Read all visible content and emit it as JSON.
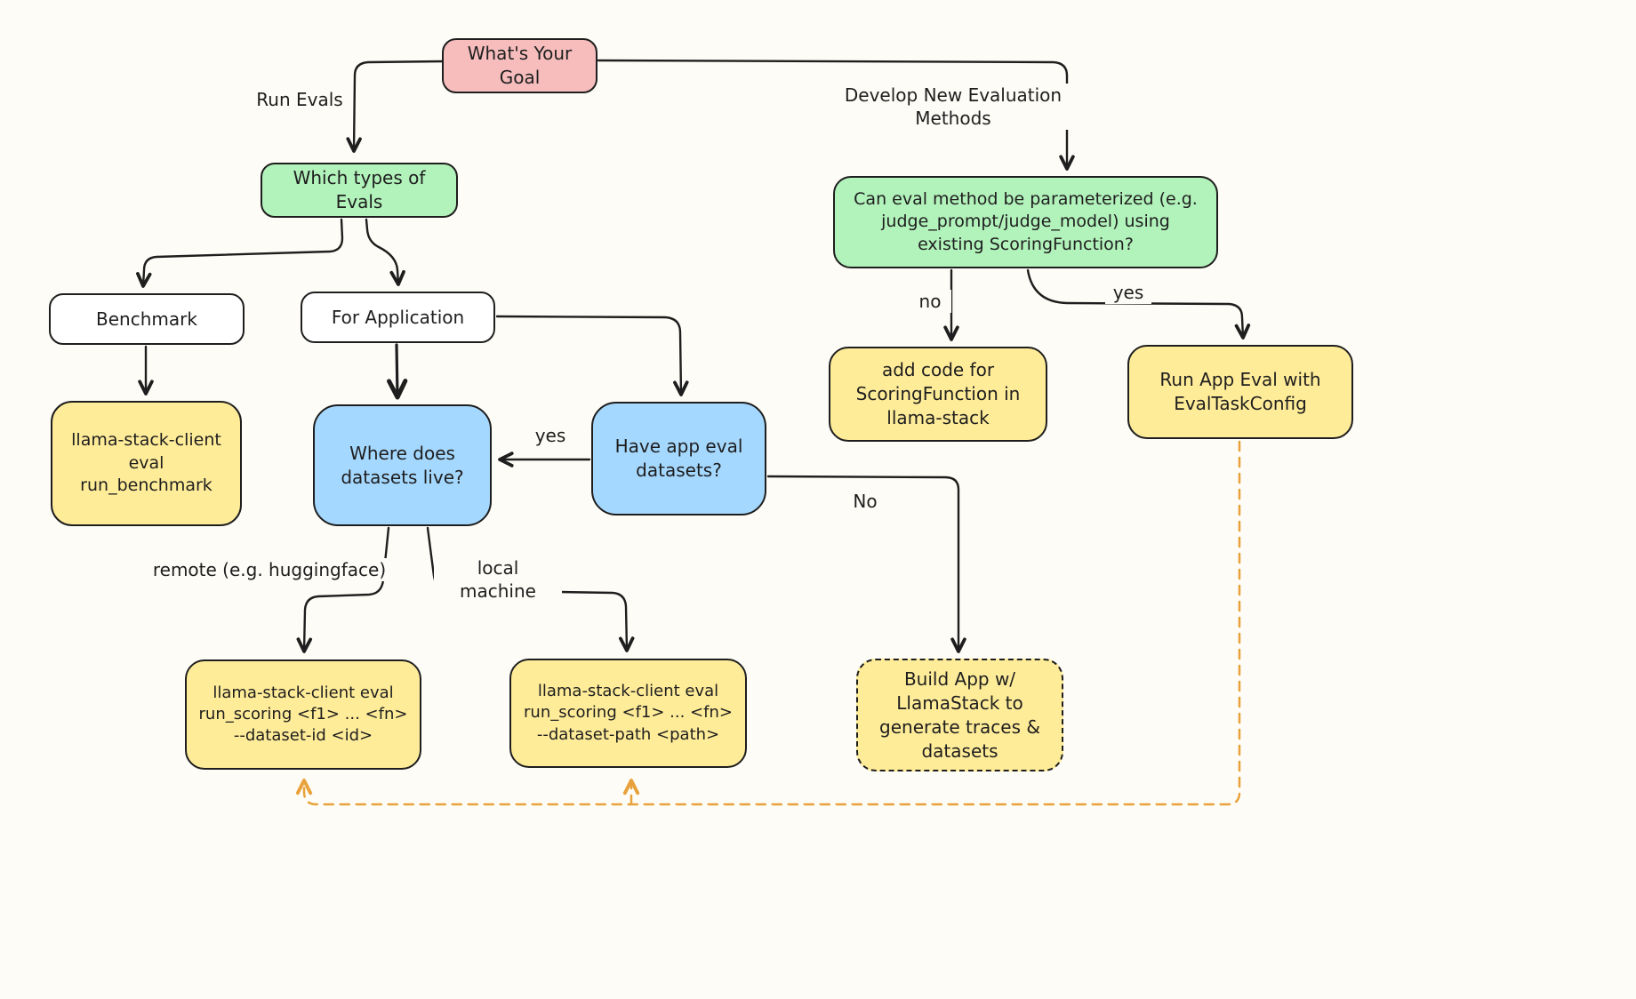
{
  "diagram": {
    "title": "Evals decision flowchart",
    "colors": {
      "background": "#fdfcf6",
      "stroke": "#1e1e1e",
      "pink": "#f7bdbd",
      "green": "#b2f2bb",
      "blue": "#a5d8ff",
      "yellow": "#ffec99",
      "white": "#ffffff",
      "orange_dashed": "#e9a23b"
    },
    "nodes": {
      "whats_your_goal": "What's Your\nGoal",
      "which_types": "Which types of\nEvals",
      "can_eval_param": "Can eval method be parameterized (e.g.\njudge_prompt/judge_model) using\nexisting ScoringFunction?",
      "benchmark": "Benchmark",
      "for_application": "For Application",
      "run_benchmark": "llama-stack-client\neval run_benchmark",
      "where_datasets": "Where does\ndatasets live?",
      "have_app_datasets": "Have app eval\ndatasets?",
      "add_code": "add code for\nScoringFunction in\nllama-stack",
      "run_app_eval": "Run App Eval with\nEvalTaskConfig",
      "run_scoring_id": "llama-stack-client eval\nrun_scoring <f1> ... <fn>\n--dataset-id <id>",
      "run_scoring_path": "llama-stack-client eval\nrun_scoring <f1> ... <fn>\n--dataset-path <path>",
      "build_app": "Build App w/\nLlamaStack to\ngenerate traces &\ndatasets"
    },
    "edge_labels": {
      "run_evals": "Run Evals",
      "develop_new": "Develop New Evaluation\nMethods",
      "no_param": "no",
      "yes_param": "yes",
      "yes_have_datasets": "yes",
      "no_have_datasets": "No",
      "remote": "remote (e.g. huggingface)",
      "local": "local machine"
    }
  }
}
